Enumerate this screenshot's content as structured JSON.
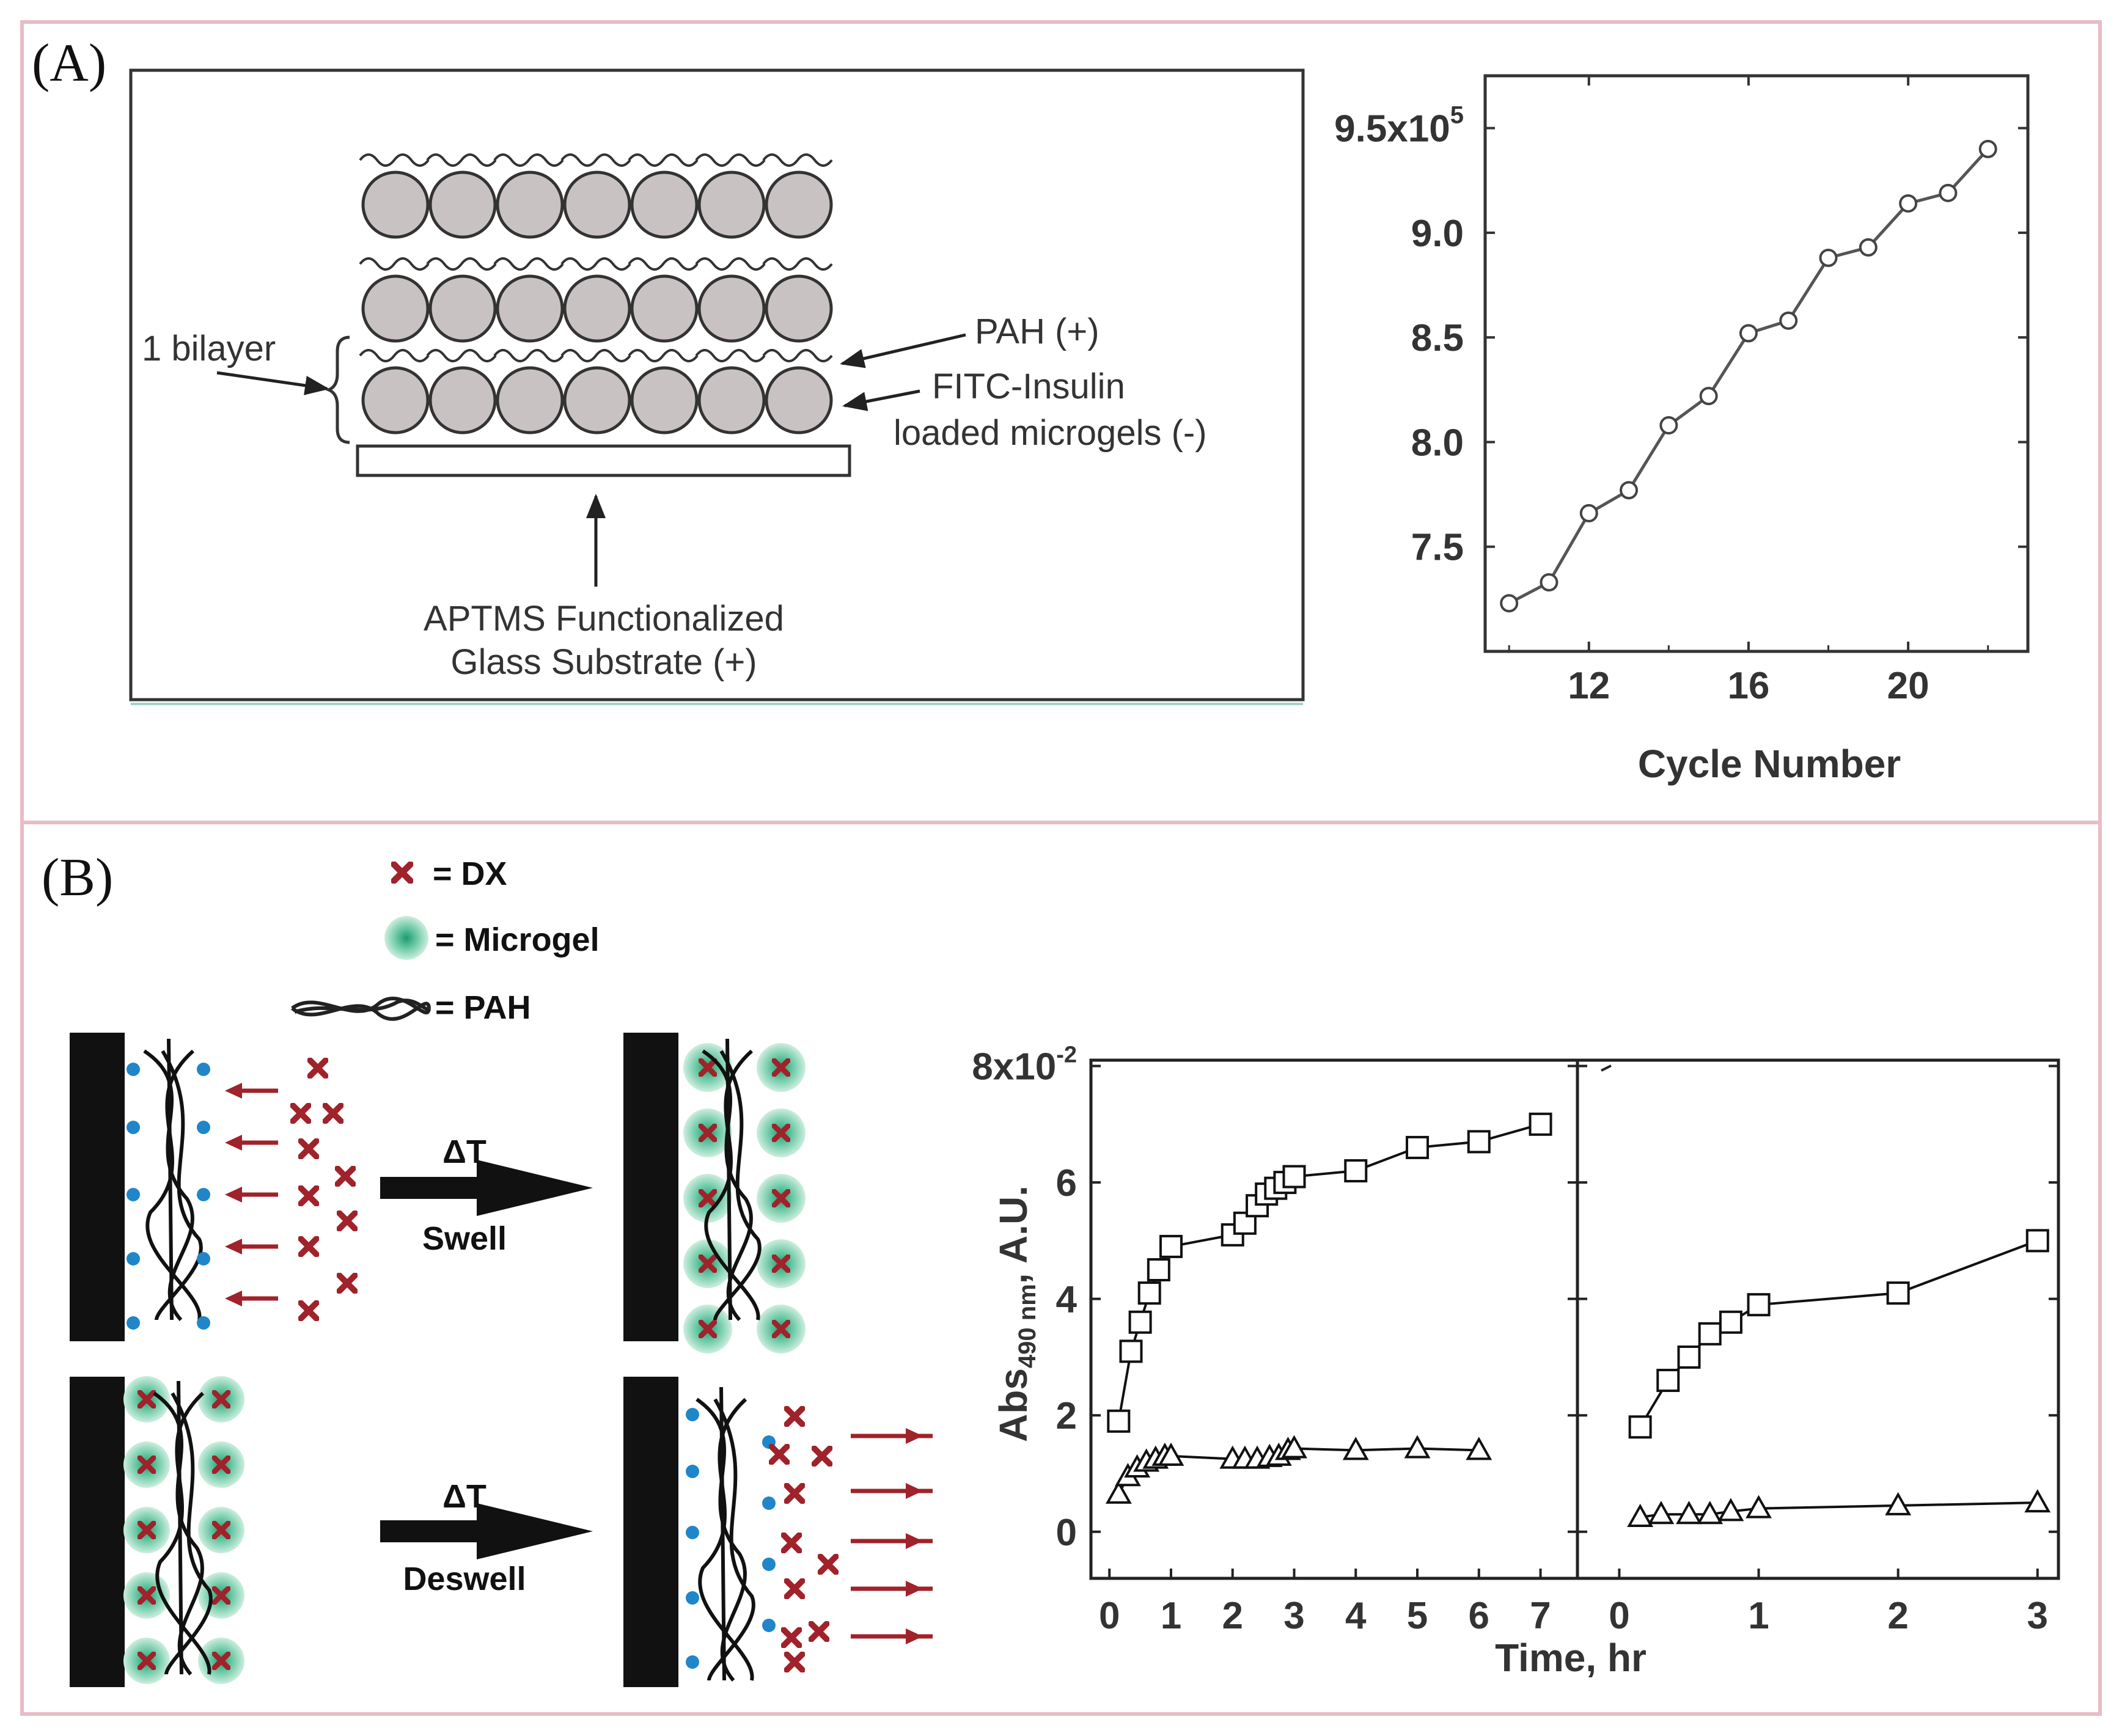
{
  "panel_a": {
    "label": "(A)",
    "diagram": {
      "bilayer_label": "1 bilayer",
      "pah_label": "PAH (+)",
      "microgel_label_line1": "FITC-Insulin",
      "microgel_label_line2": "loaded microgels (-)",
      "substrate_label_line1": "APTMS Functionalized",
      "substrate_label_line2": "Glass Substrate (+)"
    }
  },
  "panel_b": {
    "label": "(B)",
    "legend": {
      "dx": "= DX",
      "microgel": "= Microgel",
      "pah": "= PAH"
    },
    "delta_t": "ΔT",
    "swell": "Swell",
    "deswell": "Deswell"
  },
  "chart_data": [
    {
      "type": "line",
      "xlabel": "Cycle Number",
      "ylabel": "",
      "xticks": [
        12,
        16,
        20
      ],
      "ytick_labels": [
        "9.5x10",
        "9.0",
        "8.5",
        "8.0",
        "7.5"
      ],
      "ytick_exponent": "5",
      "ytick_values": [
        950000,
        900000,
        850000,
        800000,
        750000
      ],
      "xlim": [
        9.4,
        23
      ],
      "ylim": [
        700000,
        975000
      ],
      "marker": "open-circle",
      "color": "#555555",
      "x": [
        10,
        11,
        12,
        13,
        14,
        15,
        16,
        17,
        18,
        19,
        20,
        21,
        22
      ],
      "y": [
        723000,
        733000,
        766000,
        777000,
        808000,
        822000,
        852000,
        858000,
        888000,
        893000,
        914000,
        919000,
        940000
      ]
    },
    {
      "type": "line",
      "xlabel": "Time, hr",
      "ylabel": "Abs",
      "ylabel_sub": "490 nm",
      "ylabel_suffix": ", A.U.",
      "xticks": [
        0,
        1,
        2,
        3,
        4,
        5,
        6,
        7
      ],
      "ytick_labels": [
        "8x10",
        "6",
        "4",
        "2",
        "0"
      ],
      "ytick_exponent": "-2",
      "ytick_values": [
        0.08,
        0.06,
        0.04,
        0.02,
        0
      ],
      "xlim": [
        -0.3,
        7.6
      ],
      "ylim": [
        -0.008,
        0.081
      ],
      "color": "#111111",
      "series": [
        {
          "marker": "open-square",
          "x": [
            0.15,
            0.35,
            0.5,
            0.65,
            0.8,
            1.0,
            2.0,
            2.2,
            2.4,
            2.55,
            2.7,
            2.85,
            3.0,
            4.0,
            5.0,
            6.0,
            7.0
          ],
          "y": [
            0.019,
            0.031,
            0.036,
            0.041,
            0.045,
            0.049,
            0.051,
            0.053,
            0.056,
            0.058,
            0.059,
            0.06,
            0.061,
            0.062,
            0.066,
            0.067,
            0.07
          ]
        },
        {
          "marker": "open-triangle",
          "x": [
            0.15,
            0.3,
            0.45,
            0.6,
            0.75,
            0.9,
            1.0,
            2.0,
            2.2,
            2.4,
            2.6,
            2.75,
            2.9,
            3.0,
            4.0,
            5.0,
            6.0
          ],
          "y": [
            0.0065,
            0.0095,
            0.011,
            0.012,
            0.0125,
            0.013,
            0.013,
            0.0125,
            0.0125,
            0.0125,
            0.0128,
            0.013,
            0.014,
            0.0143,
            0.014,
            0.0143,
            0.014
          ]
        }
      ]
    },
    {
      "type": "line",
      "xlabel": "",
      "ylabel": "",
      "xticks": [
        0,
        1,
        2,
        3
      ],
      "xlim": [
        -0.3,
        3.15
      ],
      "ylim": [
        -0.008,
        0.081
      ],
      "color": "#111111",
      "series": [
        {
          "marker": "open-square",
          "x": [
            0.15,
            0.35,
            0.5,
            0.65,
            0.8,
            1.0,
            2.0,
            3.0
          ],
          "y": [
            0.018,
            0.026,
            0.03,
            0.034,
            0.036,
            0.039,
            0.041,
            0.05
          ]
        },
        {
          "marker": "open-triangle",
          "x": [
            0.15,
            0.3,
            0.5,
            0.65,
            0.8,
            1.0,
            2.0,
            3.0
          ],
          "y": [
            0.0025,
            0.003,
            0.003,
            0.003,
            0.0035,
            0.004,
            0.0045,
            0.005
          ]
        }
      ]
    }
  ]
}
